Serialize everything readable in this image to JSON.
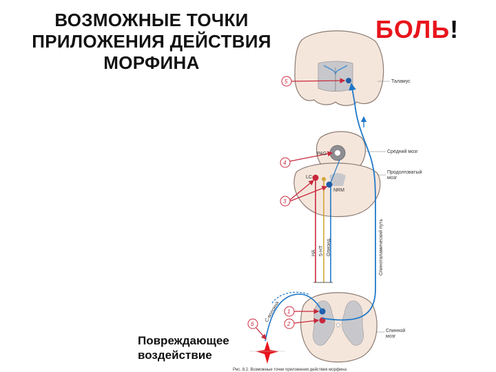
{
  "title_lines": [
    "ВОЗМОЖНЫЕ ТОЧКИ",
    "ПРИЛОЖЕНИЯ ДЕЙСТВИЯ",
    "МОРФИНА"
  ],
  "pain_word": "БОЛЬ",
  "pain_mark": "!",
  "stimulus_lines": [
    "Повреждающее",
    "воздействие"
  ],
  "diagram_labels": {
    "thalamus": "Таламус",
    "midbrain": "Средний мозг",
    "medulla": [
      "Продолговатый",
      "мозг"
    ],
    "spinal_cord": [
      "Спинной",
      "мозг"
    ],
    "pag": "PAG",
    "lc": "LC",
    "nrm": "NRM",
    "tract": "Спиноталамический путь",
    "transmitters": [
      "НА",
      "5-НТ",
      "Опиоид."
    ],
    "afferent": "C-волокна",
    "caption": "Рис. 8.2. Возможные точки приложения действия морфина"
  },
  "site_numbers": [
    "1",
    "2",
    "3",
    "4",
    "5",
    "6"
  ],
  "colors": {
    "pain_red": "#e8141c",
    "pathway_blue": "#1e78c8",
    "site_red": "#c8283c",
    "tissue_fill": "#f5e6dc",
    "grey_matter": "#c8c8cc"
  }
}
